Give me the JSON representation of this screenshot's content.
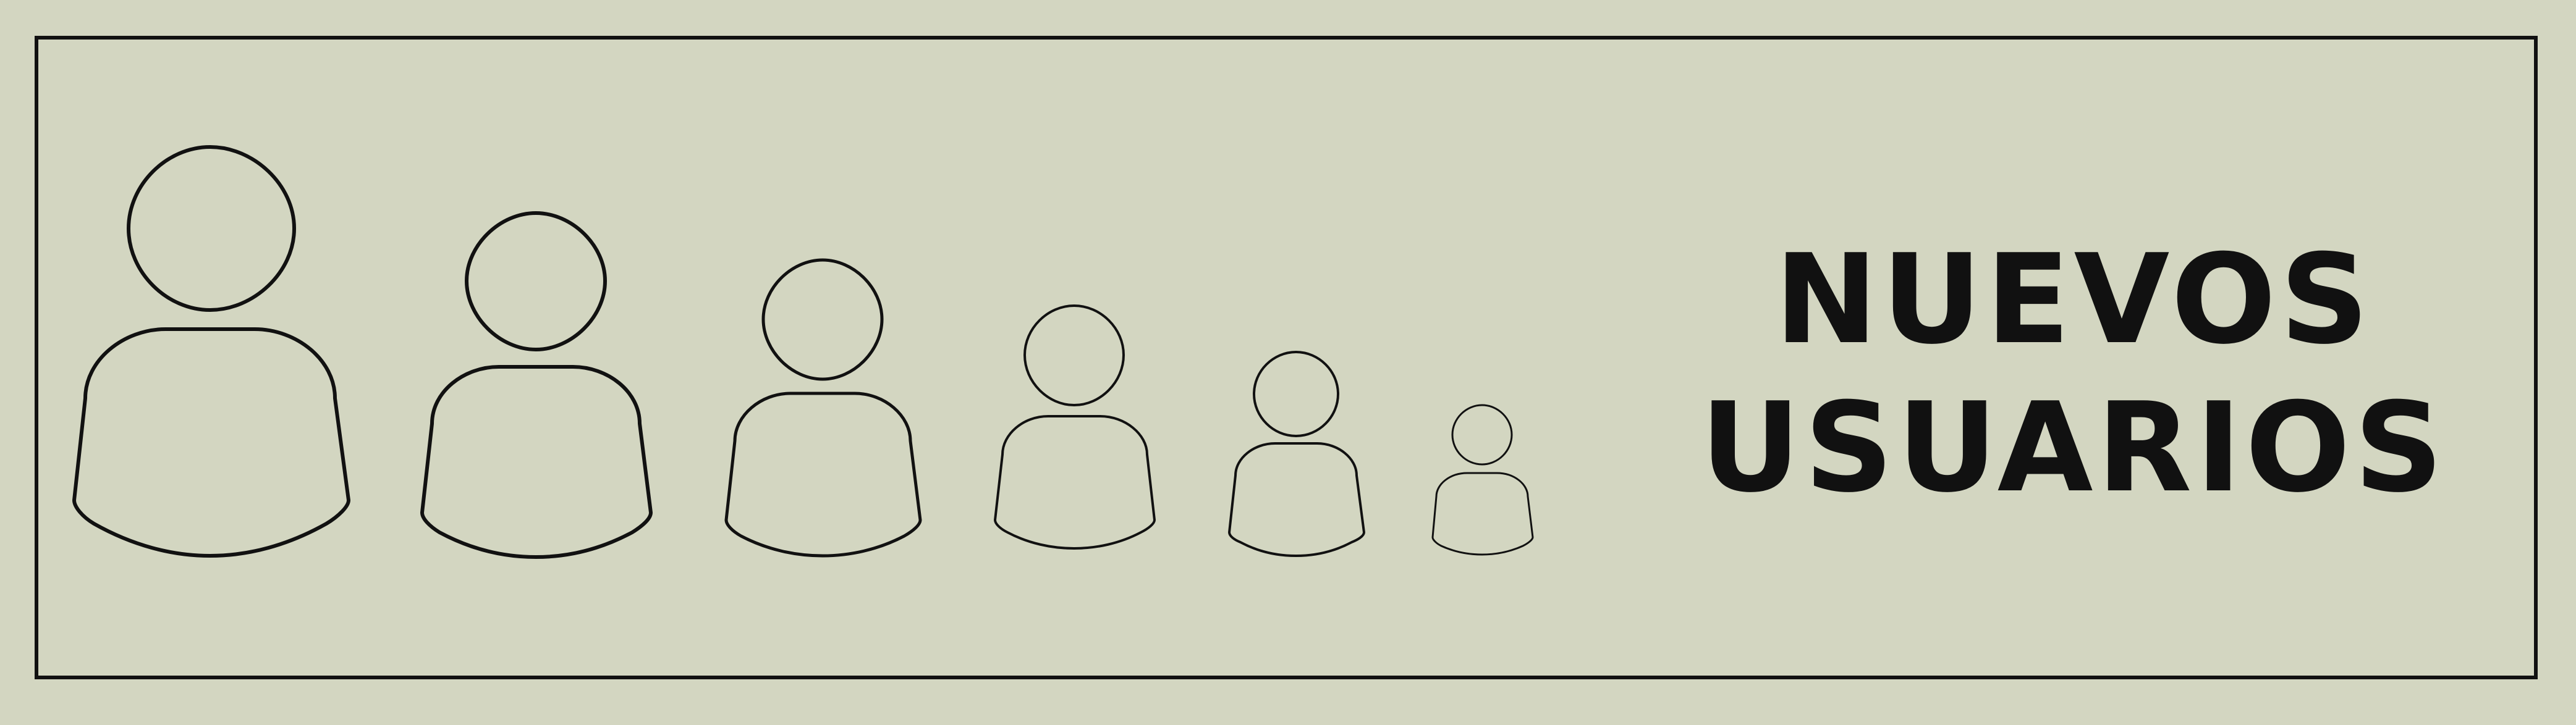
{
  "headline": {
    "line1": "NUEVOS",
    "line2": "USUARIOS"
  },
  "colors": {
    "background": "#d3d6c1",
    "ink": "#111111"
  },
  "icons": {
    "user_icon_count": 6,
    "icon_name": "user-outline-icon"
  }
}
